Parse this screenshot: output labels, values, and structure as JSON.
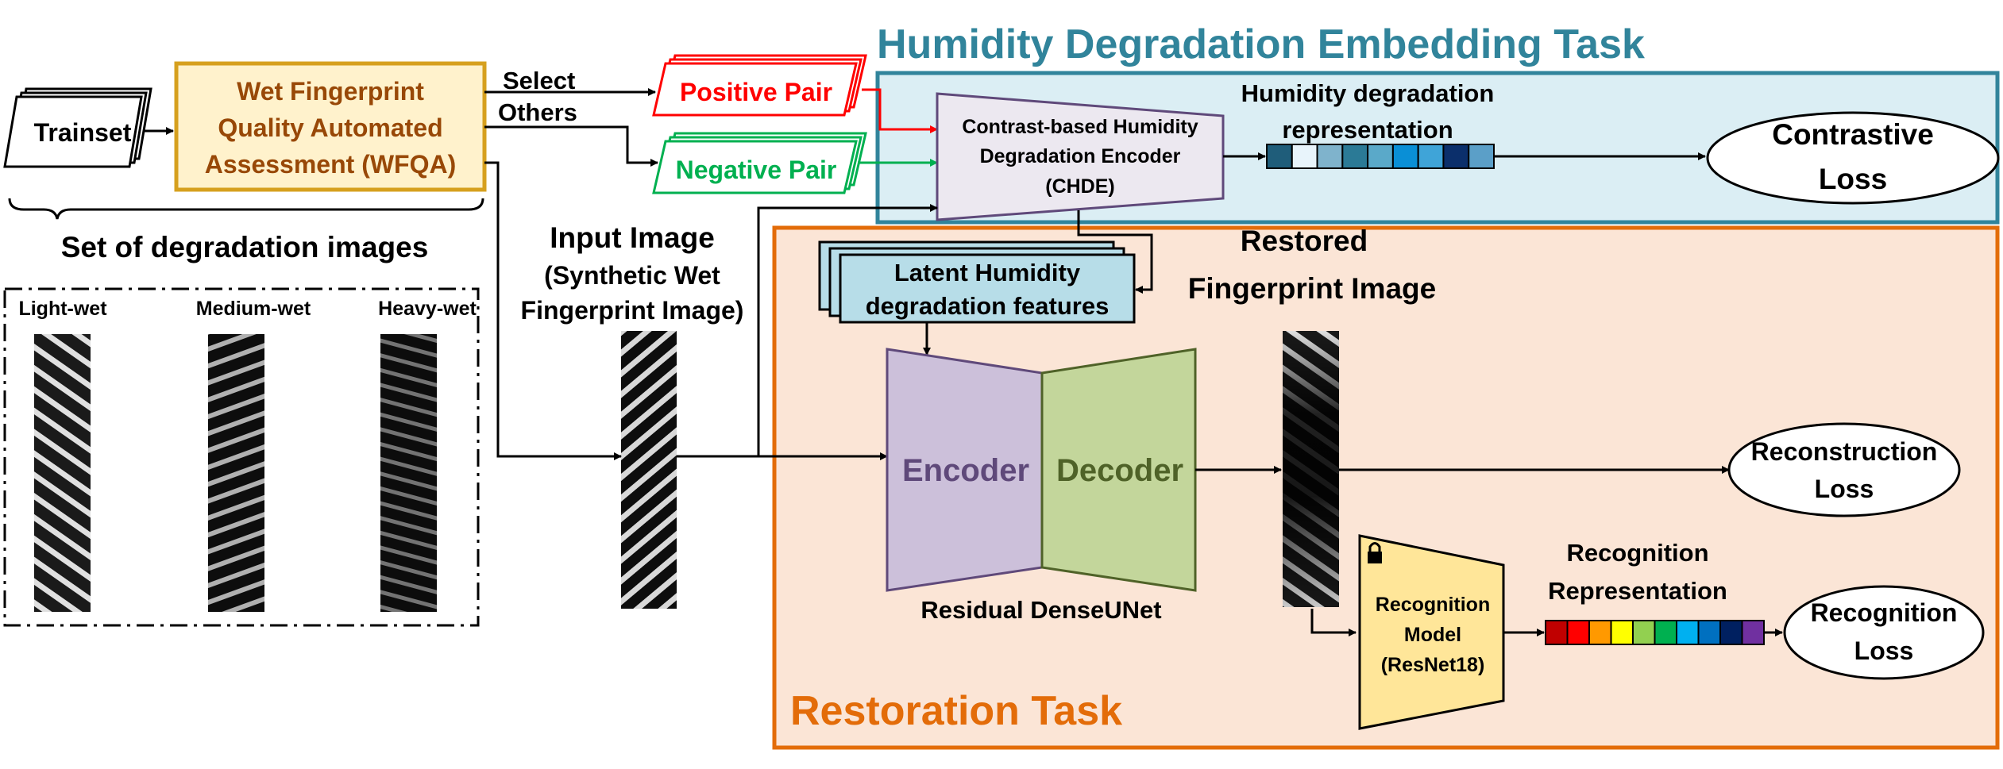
{
  "titles": {
    "embedding_task": "Humidity Degradation Embedding Task",
    "restoration_task": "Restoration Task"
  },
  "trainset": "Trainset",
  "wfqa": {
    "line1": "Wet Fingerprint",
    "line2": "Quality Automated",
    "line3": "Assessment (WFQA)"
  },
  "select_label": "Select",
  "others_label": "Others",
  "positive_pair": "Positive Pair",
  "negative_pair": "Negative Pair",
  "degradation_set": {
    "title": "Set of degradation images",
    "levels": [
      "Light-wet",
      "Medium-wet",
      "Heavy-wet"
    ]
  },
  "input_image": {
    "line1": "Input Image",
    "line2": "(Synthetic Wet",
    "line3": "Fingerprint Image)"
  },
  "chde": {
    "line1": "Contrast-based Humidity",
    "line2": "Degradation Encoder",
    "line3": "(CHDE)"
  },
  "humidity_repr": {
    "line1": "Humidity degradation",
    "line2": "representation",
    "cell_colors": [
      "#1f5d7a",
      "#e8f4fb",
      "#7fb3cc",
      "#2b7a96",
      "#5aa9c9",
      "#0a8fd6",
      "#3fa4d8",
      "#0b2f6b",
      "#5b9fc8"
    ]
  },
  "contrastive_loss": {
    "line1": "Contrastive",
    "line2": "Loss"
  },
  "latent_features": {
    "line1": "Latent Humidity",
    "line2": "degradation features"
  },
  "restored_image": {
    "line1": "Restored",
    "line2": "Fingerprint Image"
  },
  "encoder": "Encoder",
  "decoder": "Decoder",
  "network_name": "Residual DenseUNet",
  "reconstruction_loss": {
    "line1": "Reconstruction",
    "line2": "Loss"
  },
  "recognition_model": {
    "line1": "Recognition",
    "line2": "Model",
    "line3": "(ResNet18)"
  },
  "recognition_repr": {
    "line1": "Recognition",
    "line2": "Representation",
    "cell_colors": [
      "#c00000",
      "#ff0000",
      "#ff9900",
      "#ffff00",
      "#92d050",
      "#00b050",
      "#00b0f0",
      "#0070c0",
      "#002060",
      "#7030a0"
    ]
  },
  "recognition_loss": {
    "line1": "Recognition",
    "line2": "Loss"
  },
  "colors": {
    "embedding_title": "#31849b",
    "embedding_fill": "#dbeef4",
    "restoration_title": "#e36c09",
    "restoration_fill": "#fbe5d6",
    "positive": "#ff0000",
    "negative": "#00b050",
    "wfqa_text": "#984807",
    "encoder_text": "#5f497a",
    "decoder_text": "#4f6228"
  }
}
